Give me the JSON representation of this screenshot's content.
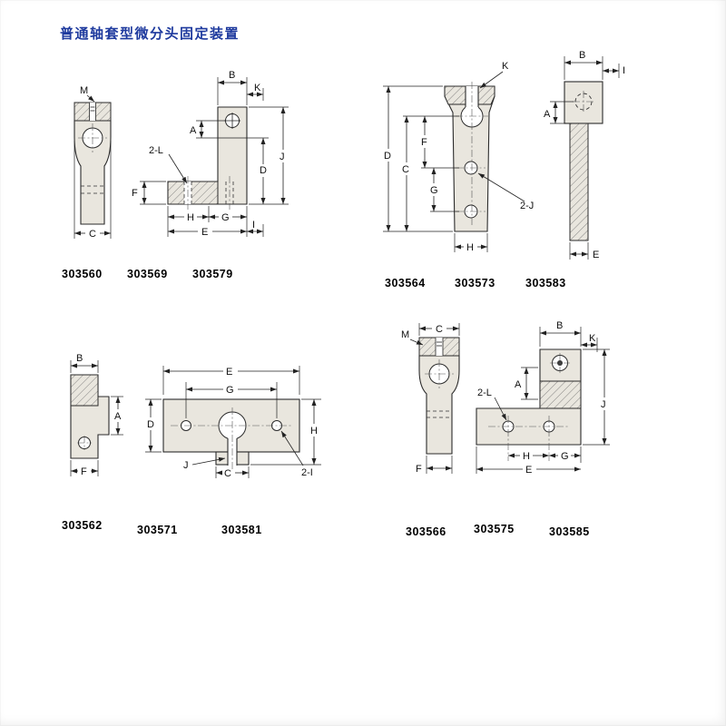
{
  "page": {
    "title": "普通轴套型微分头固定装置"
  },
  "colors": {
    "title_accent": "#1e3a9e",
    "part_fill": "#e9e6de",
    "line": "#222222"
  },
  "groups": {
    "g1": {
      "parts": [
        "303560",
        "303569",
        "303579"
      ],
      "labels": {
        "M": "M",
        "C": "C",
        "B": "B",
        "K": "K",
        "A": "A",
        "L2": "2-L",
        "F": "F",
        "H": "H",
        "G": "G",
        "E": "E",
        "I": "I",
        "D": "D",
        "J": "J"
      }
    },
    "g2": {
      "parts": [
        "303564",
        "303573",
        "303583"
      ],
      "labels": {
        "K": "K",
        "B": "B",
        "I": "I",
        "A": "A",
        "D": "D",
        "C": "C",
        "F": "F",
        "G": "G",
        "J2": "2-J",
        "H": "H",
        "E": "E"
      }
    },
    "g3": {
      "parts": [
        "303562",
        "303571",
        "303581"
      ],
      "labels": {
        "B": "B",
        "A": "A",
        "F": "F",
        "E": "E",
        "G": "G",
        "D": "D",
        "H": "H",
        "J": "J",
        "C": "C",
        "I2": "2-I"
      }
    },
    "g4": {
      "parts": [
        "303566",
        "303575",
        "303585"
      ],
      "labels": {
        "M": "M",
        "C": "C",
        "F": "F",
        "B": "B",
        "K": "K",
        "A": "A",
        "L2": "2-L",
        "J": "J",
        "H": "H",
        "G": "G",
        "E": "E"
      }
    }
  }
}
